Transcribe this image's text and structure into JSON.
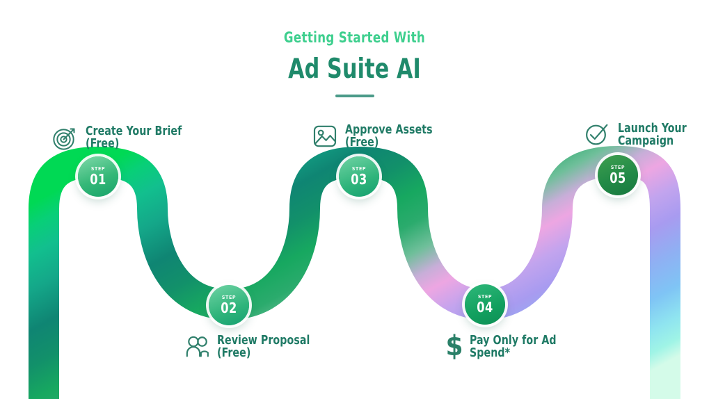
{
  "header": {
    "eyebrow": "Getting Started With",
    "title": "Ad Suite AI"
  },
  "steps": [
    {
      "badge_word": "STEP",
      "number": "01",
      "label": "Create Your Brief\n(Free)",
      "icon": "target-icon"
    },
    {
      "badge_word": "STEP",
      "number": "02",
      "label": "Review Proposal\n(Free)",
      "icon": "people-icon"
    },
    {
      "badge_word": "STEP",
      "number": "03",
      "label": "Approve Assets\n(Free)",
      "icon": "image-icon"
    },
    {
      "badge_word": "STEP",
      "number": "04",
      "label": "Pay Only for Ad\nSpend*",
      "icon": "dollar-icon",
      "icon_glyph": "$"
    },
    {
      "badge_word": "STEP",
      "number": "05",
      "label": "Launch Your\nCampaign",
      "icon": "check-circle-icon"
    }
  ],
  "colors": {
    "eyebrow": "#3ecf8e",
    "title": "#1f8a6b",
    "label_text": "#1f7a65",
    "icon": "#2f7f6b",
    "underline": "#4b9b89",
    "wave_green_bright": "#00d954",
    "wave_cyan": "#0fd9c8",
    "wave_teal_deep": "#0f7f70",
    "wave_green_mid": "#17a860",
    "wave_pink": "#eda6e2",
    "wave_purple": "#a89bf0",
    "wave_blue": "#7fb3f5",
    "wave_aqua": "#8ff2ea",
    "wave_mint": "#c9fbe8",
    "background": "#ffffff"
  }
}
